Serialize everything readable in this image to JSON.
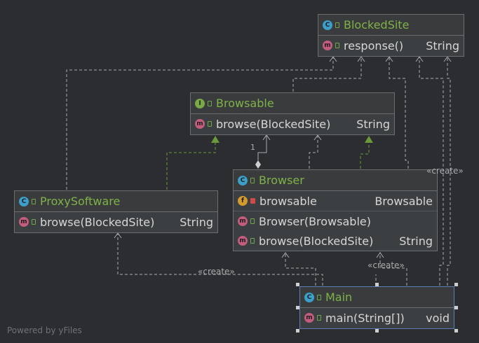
{
  "nodes": {
    "blocked_site": {
      "badge": "C",
      "title": "BlockedSite",
      "members": [
        {
          "badge": "m",
          "name": "response()",
          "type": "String"
        }
      ]
    },
    "browsable": {
      "badge": "I",
      "title": "Browsable",
      "members": [
        {
          "badge": "m",
          "name": "browse(BlockedSite)",
          "type": "String"
        }
      ]
    },
    "browser": {
      "badge": "C",
      "title": "Browser",
      "members": [
        {
          "badge": "f",
          "name": "browsable",
          "type": "Browsable"
        },
        {
          "badge": "m",
          "name": "Browser(Browsable)",
          "type": ""
        },
        {
          "badge": "m",
          "name": "browse(BlockedSite)",
          "type": "String"
        }
      ]
    },
    "proxy_software": {
      "badge": "C",
      "title": "ProxySoftware",
      "members": [
        {
          "badge": "m",
          "name": "browse(BlockedSite)",
          "type": "String"
        }
      ]
    },
    "main": {
      "badge": "C",
      "title": "Main",
      "members": [
        {
          "badge": "m",
          "name": "main(String[])",
          "type": "void"
        }
      ]
    }
  },
  "edge_labels": {
    "create_browser_top": "«create»",
    "create_proxy": "«create»",
    "create_browser_bottom": "«create»",
    "multiplicity": "1"
  },
  "footer": "Powered by yFiles",
  "colors": {
    "background": "#2b2d30",
    "node_fill": "#3c3f41",
    "class_title": "#7fb347",
    "edge": "#a9abad",
    "realization": "#6a9a3a"
  }
}
